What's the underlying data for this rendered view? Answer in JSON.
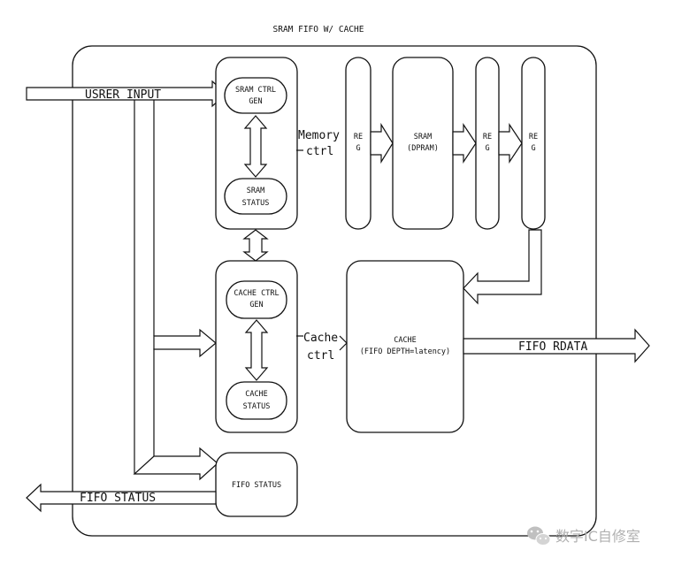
{
  "diagram": {
    "title": "SRAM FIFO W/ CACHE",
    "user_input": "USRER INPUT",
    "fifo_status_out": "FIFO STATUS",
    "fifo_rdata": "FIFO RDATA",
    "memory_ctrl": [
      "Memory",
      "ctrl"
    ],
    "cache_ctrl": [
      "Cache",
      "ctrl"
    ],
    "sram_ctrl_gen": [
      "SRAM CTRL",
      "GEN"
    ],
    "sram_status": [
      "SRAM",
      "STATUS"
    ],
    "cache_ctrl_gen": [
      "CACHE CTRL",
      "GEN"
    ],
    "cache_status": [
      "CACHE",
      "STATUS"
    ],
    "fifo_status_block": "FIFO STATUS",
    "reg": [
      "RE",
      "G"
    ],
    "sram": [
      "SRAM",
      "(DPRAM)"
    ],
    "cache": [
      "CACHE",
      "(FIFO DEPTH=latency)"
    ]
  },
  "watermark": {
    "text": "数字IC自修室",
    "icon": "wechat-icon",
    "color": "#b0b0b0"
  }
}
